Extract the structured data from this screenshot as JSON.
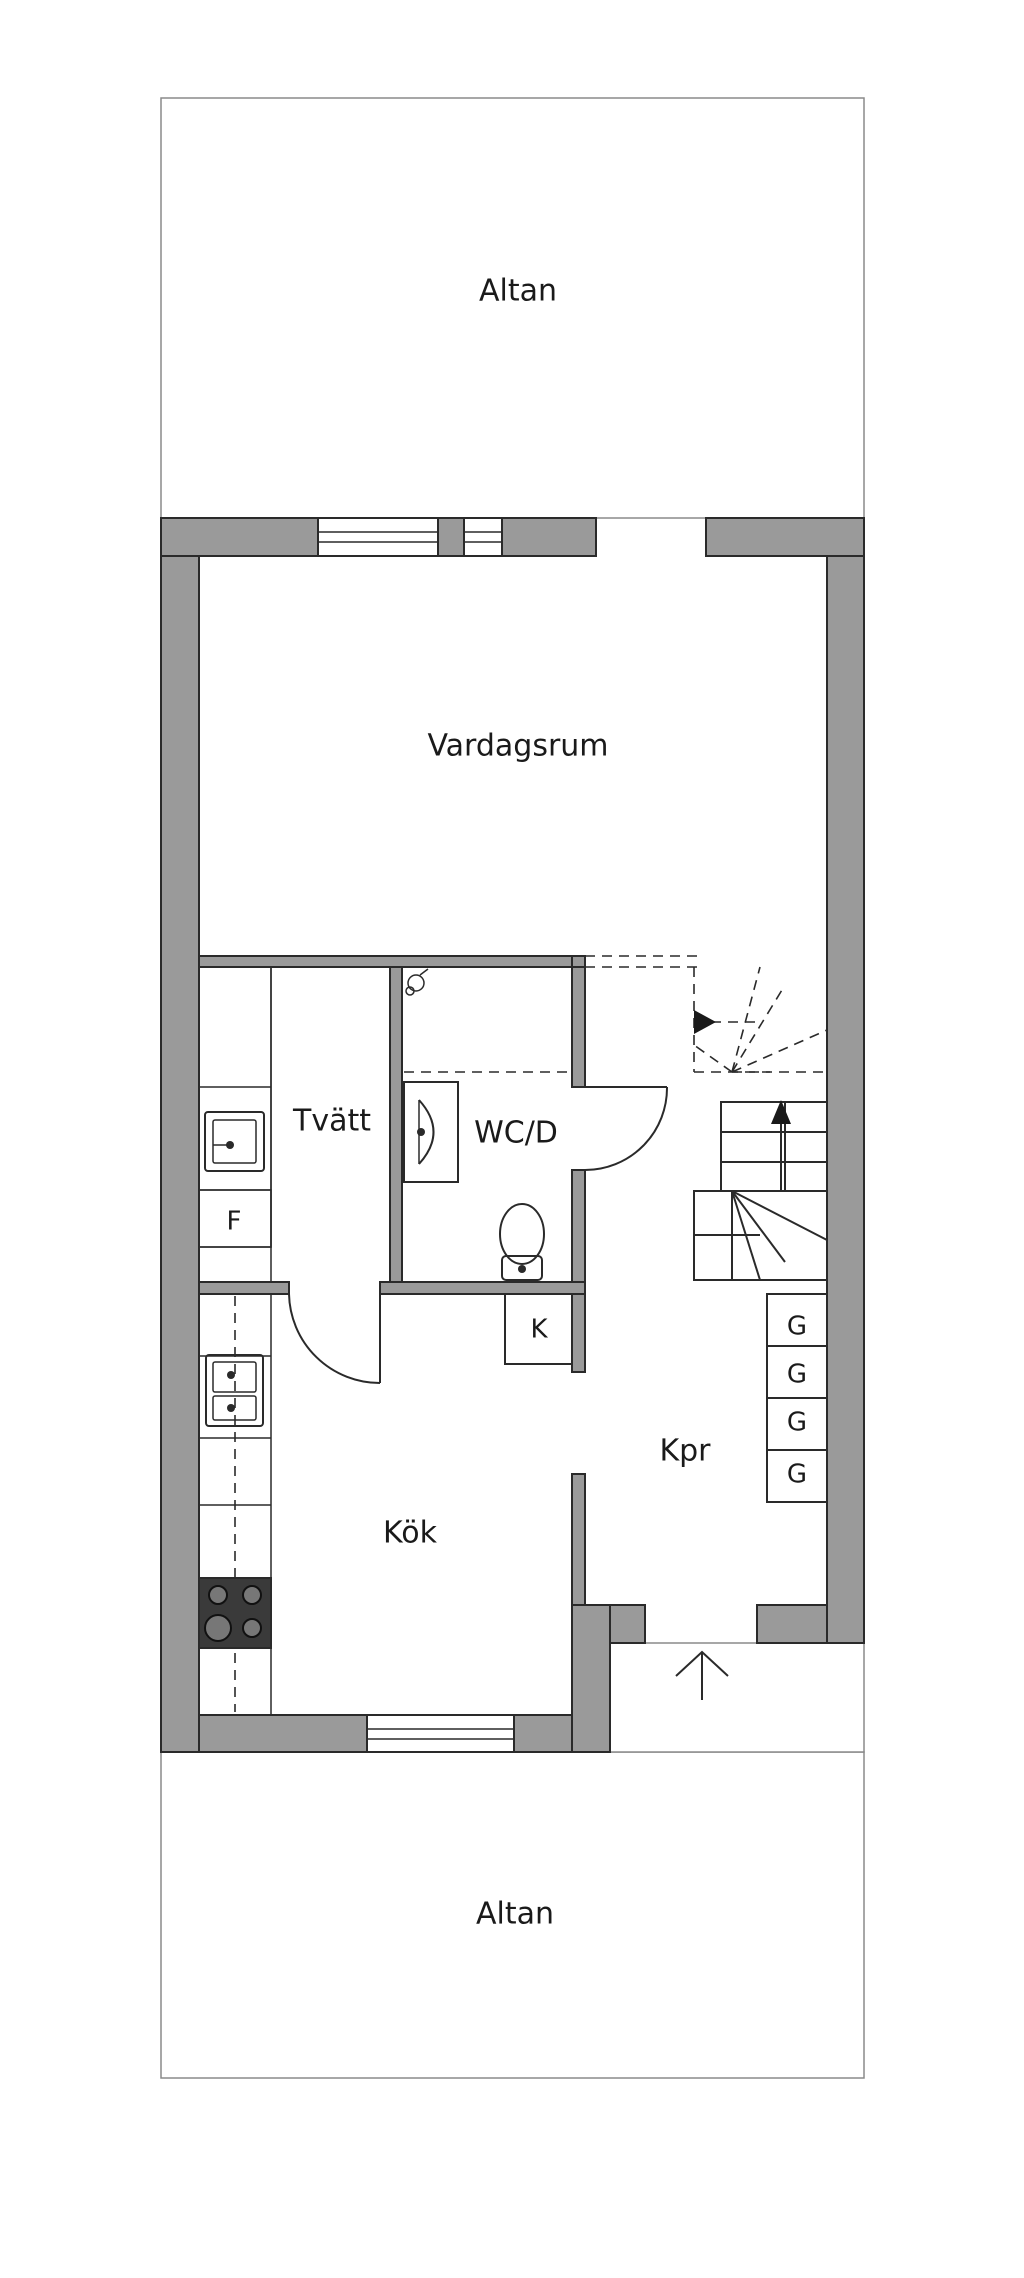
{
  "plan": {
    "rooms": {
      "altan_top": "Altan",
      "vardagsrum": "Vardagsrum",
      "tvatt": "Tvätt",
      "wc_d": "WC/D",
      "kok": "Kök",
      "kpr": "Kpr",
      "altan_bottom": "Altan"
    },
    "fixtures": {
      "fridge": "F",
      "closet": "K",
      "wardrobe_labels": [
        "G",
        "G",
        "G",
        "G"
      ]
    },
    "colors": {
      "wall_fill": "#9a9a9a",
      "line": "#2a2a2a",
      "background": "#ffffff"
    }
  }
}
